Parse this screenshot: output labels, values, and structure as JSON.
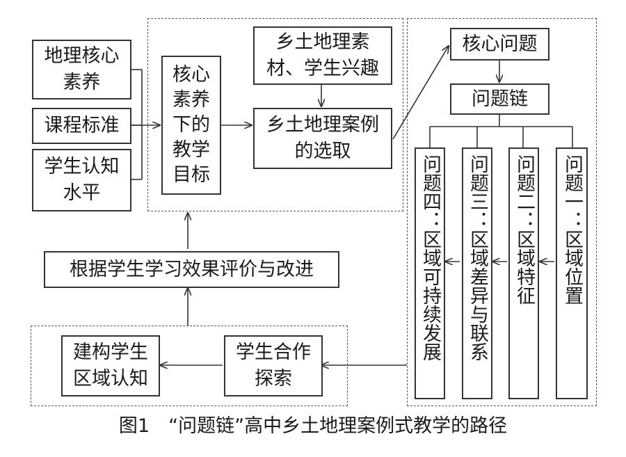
{
  "inputs": {
    "geo_core": "地理核心\n素养",
    "curriculum": "课程标准",
    "cognition": "学生认知\n水平"
  },
  "goals": "核心\n素养\n下的\n教学\n目标",
  "material": "乡土地理素\n材、学生兴趣",
  "case_selection": "乡土地理案例\n的选取",
  "core_question": "核心问题",
  "question_chain": "问题链",
  "questions": [
    "问题四：区域可持续发展",
    "问题三：区域差异与联系",
    "问题二：区域特征",
    "问题一：区域位置"
  ],
  "evaluate": "根据学生学习效果评价与改进",
  "cooperate": "学生合作\n探索",
  "construct": "建构学生\n区域认知",
  "caption": "图1　“问题链”高中乡土地理案例式教学的路径"
}
